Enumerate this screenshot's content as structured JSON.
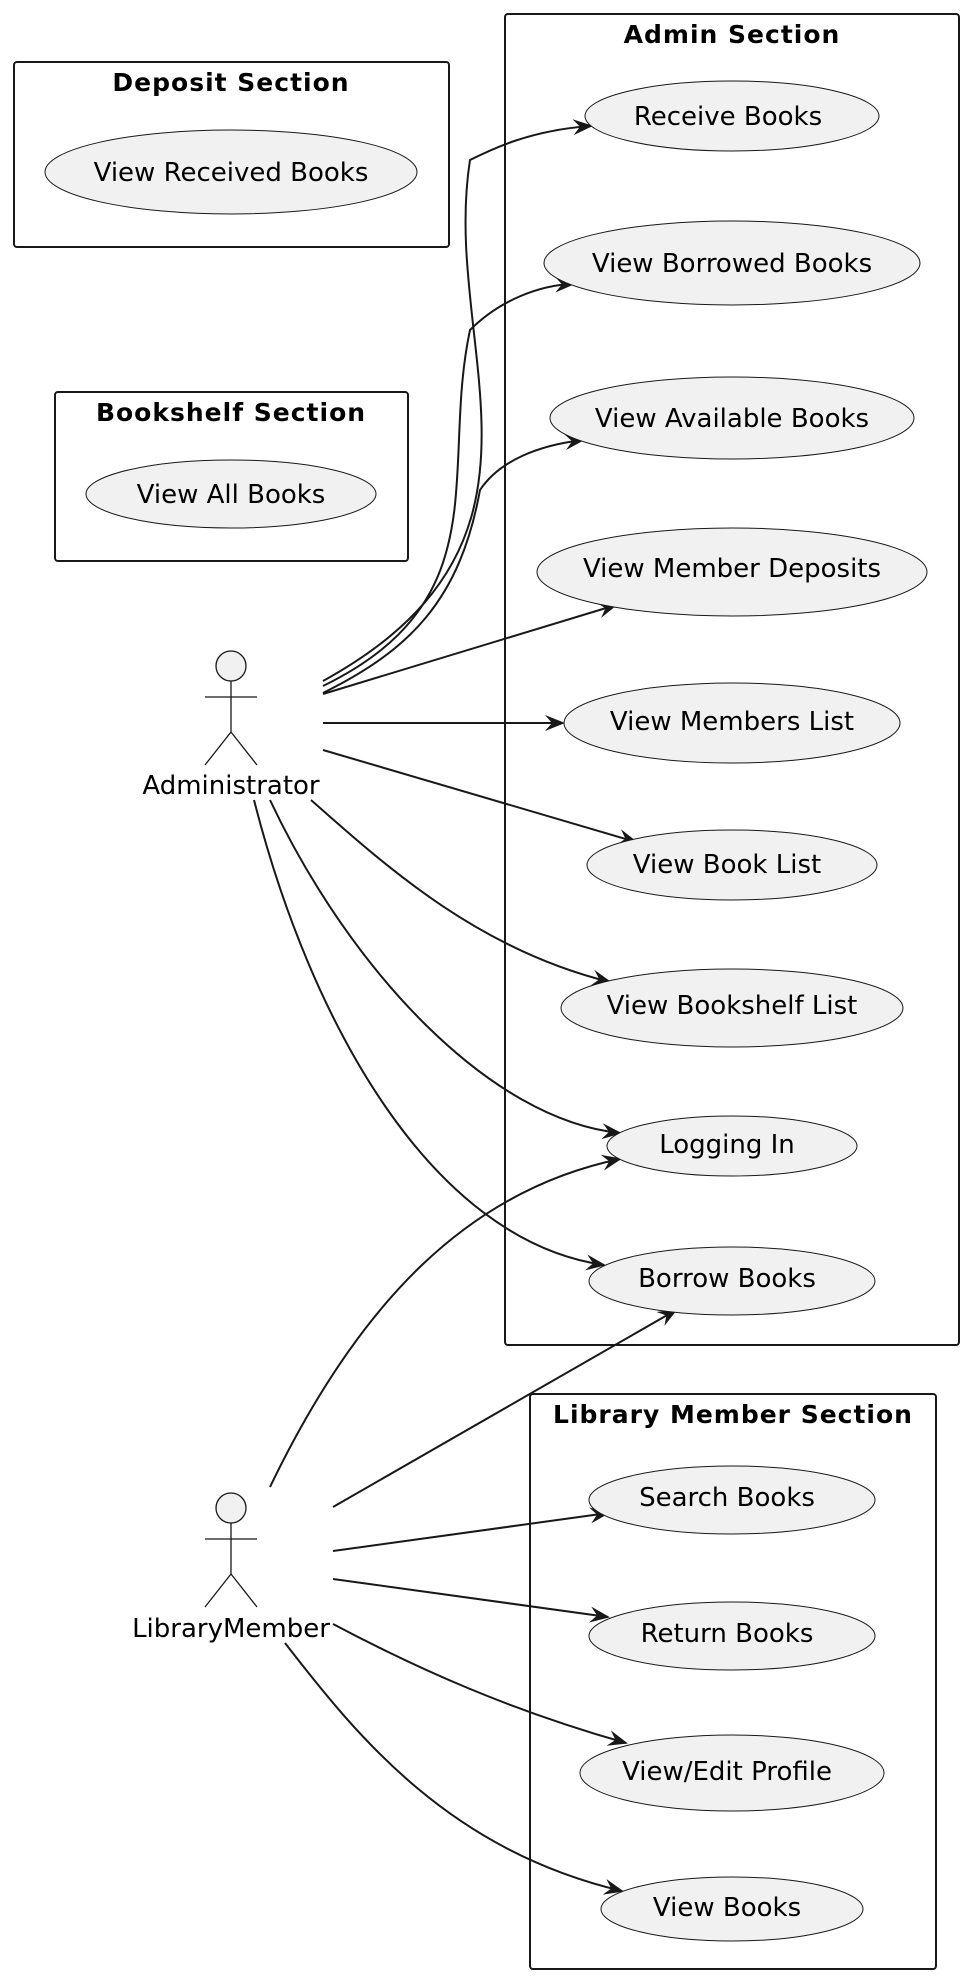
{
  "packages": {
    "deposit": {
      "title": "Deposit Section"
    },
    "bookshelf": {
      "title": "Bookshelf Section"
    },
    "admin": {
      "title": "Admin Section"
    },
    "member": {
      "title": "Library Member Section"
    }
  },
  "use_cases": {
    "view_received_books": "View Received Books",
    "view_all_books": "View All Books",
    "receive_books": "Receive Books",
    "view_borrowed_books": "View Borrowed Books",
    "view_available_books": "View Available Books",
    "view_member_deposits": "View Member Deposits",
    "view_members_list": "View Members List",
    "view_book_list": "View Book List",
    "view_bookshelf_list": "View Bookshelf List",
    "logging_in": "Logging In",
    "borrow_books": "Borrow Books",
    "search_books": "Search Books",
    "return_books": "Return Books",
    "view_edit_profile": "View/Edit Profile",
    "view_books": "View Books"
  },
  "actors": {
    "administrator": "Administrator",
    "library_member": "LibraryMember"
  },
  "colors": {
    "use_case_fill": "#f1f1f1",
    "line": "#181818",
    "background": "#ffffff"
  }
}
